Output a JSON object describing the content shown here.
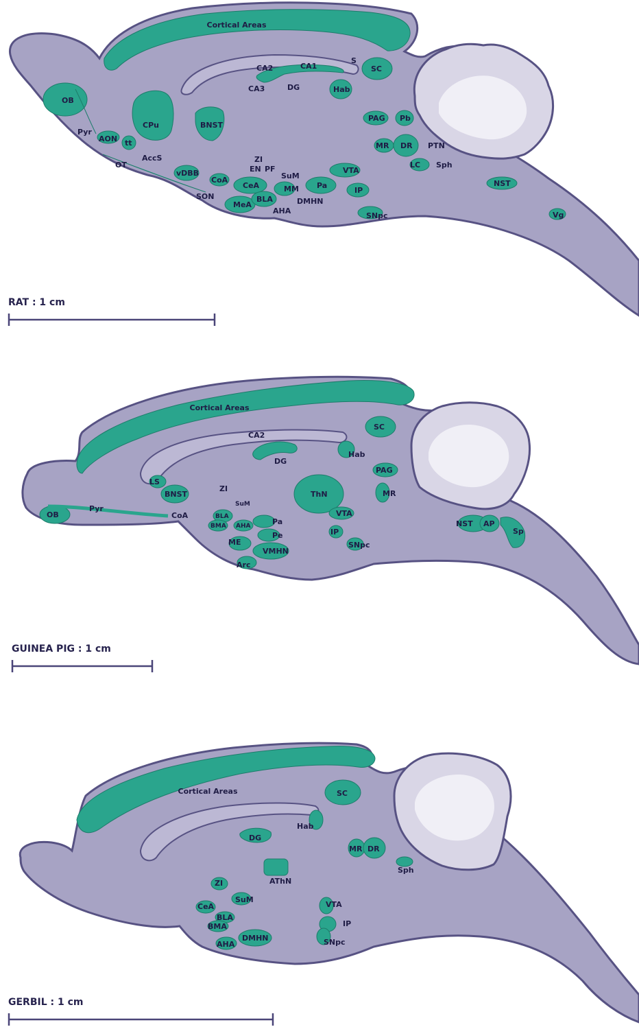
{
  "colors": {
    "tissue": "#a7a3c4",
    "outline": "#575283",
    "nuclei": "#2aa58d",
    "cerebellum": "#d9d6e6",
    "text": "#1f1c45"
  },
  "panels": [
    {
      "species": "RAT",
      "scale_label": "RAT : 1 cm",
      "labels": {
        "cortical": "Cortical Areas",
        "OB": "OB",
        "Pyr": "Pyr",
        "AON": "AON",
        "tt": "tt",
        "OT": "OT",
        "CPu": "CPu",
        "AccS": "AccS",
        "vDBB": "vDBB",
        "BNST": "BNST",
        "CoA": "CoA",
        "SON": "SON",
        "CA2": "CA2",
        "CA1": "CA1",
        "CA3": "CA3",
        "DG": "DG",
        "S": "S",
        "SC": "SC",
        "Hab": "Hab",
        "ZI": "ZI",
        "EN": "EN",
        "PF": "PF",
        "SuM": "SuM",
        "CeA": "CeA",
        "MM": "MM",
        "BLA": "BLA",
        "MeA": "MeA",
        "AHA": "AHA",
        "DMHN": "DMHN",
        "Pa": "Pa",
        "VTA": "VTA",
        "IP": "IP",
        "SNpc": "SNpc",
        "PAG": "PAG",
        "Pb": "Pb",
        "MR": "MR",
        "DR": "DR",
        "PTN": "PTN",
        "LC": "LC",
        "Sph": "Sph",
        "NST": "NST",
        "Vg": "Vg"
      }
    },
    {
      "species": "GUINEA PIG",
      "scale_label": "GUINEA PIG : 1 cm",
      "labels": {
        "cortical": "Cortical Areas",
        "CA2": "CA2",
        "DG": "DG",
        "SC": "SC",
        "Hab": "Hab",
        "PAG": "PAG",
        "MR": "MR",
        "LS": "LS",
        "BNST": "BNST",
        "ZI": "ZI",
        "SuM": "SuM",
        "ThN": "ThN",
        "OB": "OB",
        "Pyr": "Pyr",
        "CoA": "CoA",
        "BLA": "BLA",
        "BMA": "BMA",
        "AHA": "AHA",
        "Pa": "Pa",
        "Pe": "Pe",
        "ME": "ME",
        "VMHN": "VMHN",
        "Arc": "Arc",
        "VTA": "VTA",
        "IP": "IP",
        "SNpc": "SNpc",
        "NST": "NST",
        "AP": "AP",
        "Sp": "Sp"
      }
    },
    {
      "species": "GERBIL",
      "scale_label": "GERBIL : 1 cm",
      "labels": {
        "cortical": "Cortical Areas",
        "SC": "SC",
        "Hab": "Hab",
        "DG": "DG",
        "MR": "MR",
        "DR": "DR",
        "Sph": "Sph",
        "AThN": "AThN",
        "ZI": "ZI",
        "SuM": "SuM",
        "CeA": "CeA",
        "BLA": "BLA",
        "BMA": "BMA",
        "AHA": "AHA",
        "DMHN": "DMHN",
        "VTA": "VTA",
        "IP": "IP",
        "SNpc": "SNpc"
      }
    }
  ]
}
